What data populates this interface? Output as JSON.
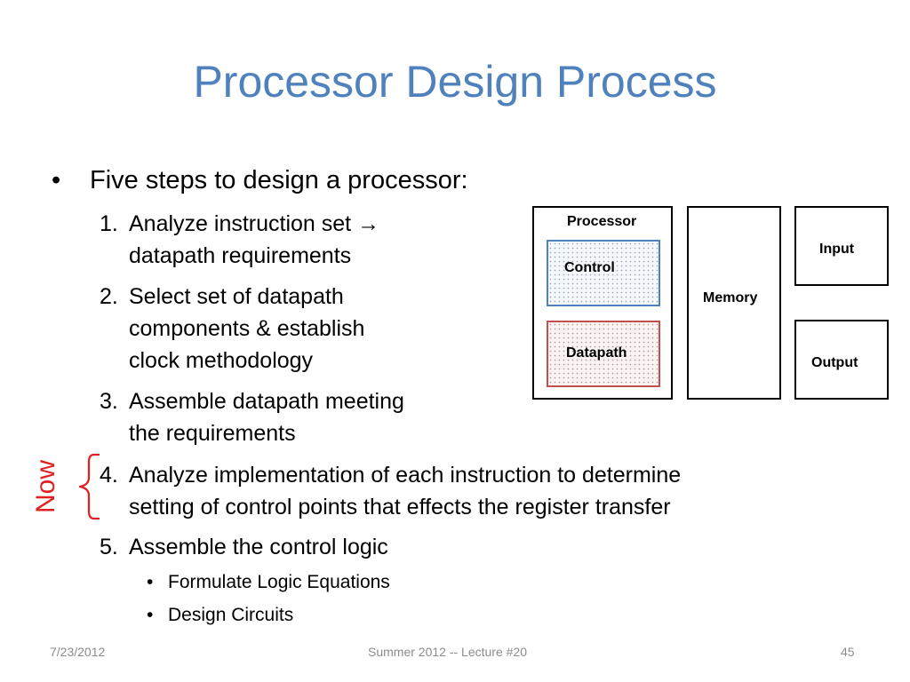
{
  "slide": {
    "title": "Processor Design Process",
    "bullet": "Five steps to design a processor:",
    "bullet_marker": "•",
    "steps": [
      {
        "num": "1.",
        "lines": [
          "Analyze instruction set →",
          "datapath requirements"
        ]
      },
      {
        "num": "2.",
        "lines": [
          "Select set of datapath",
          "components & establish",
          "clock methodology"
        ]
      },
      {
        "num": "3.",
        "lines": [
          "Assemble datapath meeting",
          "the requirements"
        ]
      },
      {
        "num": "4.",
        "lines": [
          "Analyze implementation of each instruction to determine",
          "setting of control points that effects the register transfer"
        ]
      },
      {
        "num": "5.",
        "lines": [
          "Assemble the control logic"
        ]
      }
    ],
    "subbullets": [
      "Formulate Logic Equations",
      "Design Circuits"
    ],
    "annotation": {
      "text": "Now",
      "color": "#e02020"
    }
  },
  "diagram": {
    "processor": "Processor",
    "control": "Control",
    "datapath": "Datapath",
    "memory": "Memory",
    "input": "Input",
    "output": "Output",
    "control_border_color": "#4f81bd",
    "datapath_border_color": "#c0504d"
  },
  "footer": {
    "date": "7/23/2012",
    "center": "Summer 2012 -- Lecture #20",
    "page": "45"
  },
  "colors": {
    "title": "#4f81bd",
    "footer_text": "#8c8c8c"
  }
}
